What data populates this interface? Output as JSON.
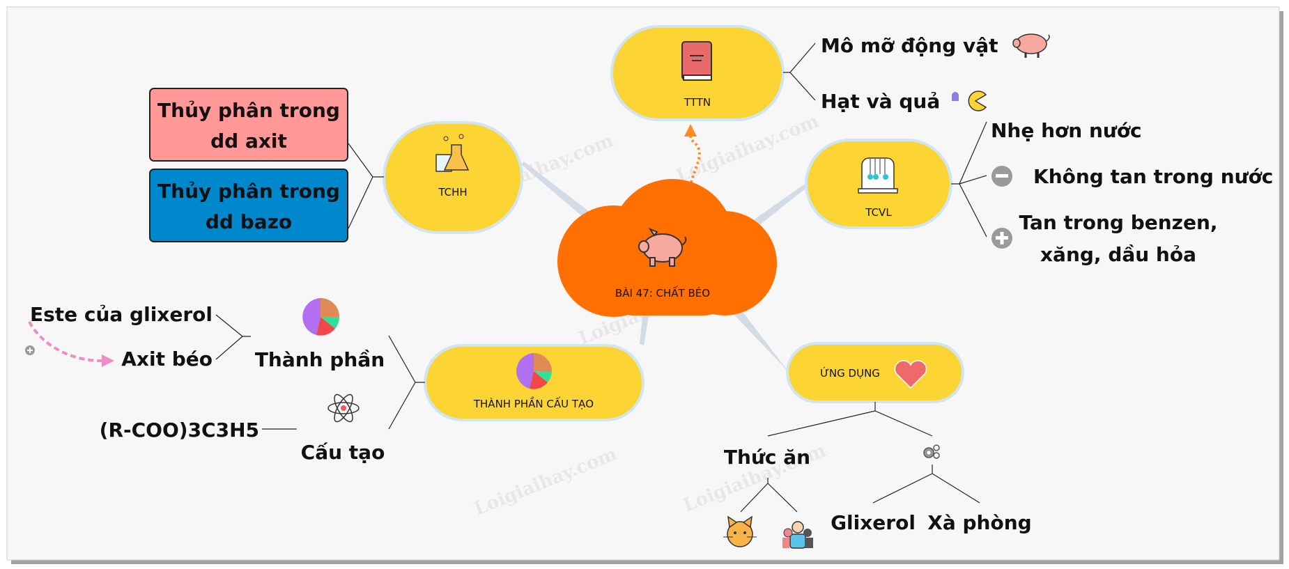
{
  "central": {
    "title": "BÀI 47: CHẤT BÉO",
    "icon": "pig-icon",
    "color": "#ff7000"
  },
  "branches": {
    "tttn": {
      "label": "TTTN",
      "icon": "book-icon",
      "children": [
        "Mô mỡ động vật",
        "Hạt và quả"
      ]
    },
    "tchh": {
      "label": "TCHH",
      "icon": "chemistry-flask-icon",
      "children": [
        {
          "lines": [
            "Thủy phân trong",
            "dd axit"
          ],
          "color": "#ff9896"
        },
        {
          "lines": [
            "Thủy phân trong",
            "dd bazo"
          ],
          "color": "#0088cc"
        }
      ]
    },
    "tcvl": {
      "label": "TCVL",
      "icon": "newton-cradle-icon",
      "children": [
        {
          "lines": [
            "Nhẹ hơn nước"
          ]
        },
        {
          "lines": [
            "Không tan trong nước"
          ],
          "marker": "minus"
        },
        {
          "lines": [
            "Tan trong benzen,",
            "xăng, dầu hỏa"
          ],
          "marker": "plus"
        }
      ]
    },
    "thanh_phan_cau_tao": {
      "label": "THÀNH PHẦN CẤU TẠO",
      "icon": "pie-chart-icon",
      "children": {
        "thanh_phan": {
          "label": "Thành phần",
          "children": [
            "Este của glixerol",
            "Axit béo"
          ]
        },
        "cau_tao": {
          "label": "Cấu tạo",
          "children": [
            "(R-COO)3C3H5"
          ]
        }
      }
    },
    "ung_dung": {
      "label": "ỨNG DỤNG",
      "icon": "heart-icon",
      "children": {
        "thuc_an": {
          "label": "Thức ăn",
          "icons": [
            "cat-icon",
            "people-icon"
          ]
        },
        "industry": {
          "icon": "gears-icon",
          "children": [
            "Glixerol",
            "Xà phòng"
          ]
        }
      }
    }
  },
  "watermark": "Loigiaihay.com",
  "colors": {
    "node_fill": "#fcd535",
    "node_border": "#cfe6f2",
    "connector": "#d3dbe7",
    "background": "#f7f7f7"
  }
}
